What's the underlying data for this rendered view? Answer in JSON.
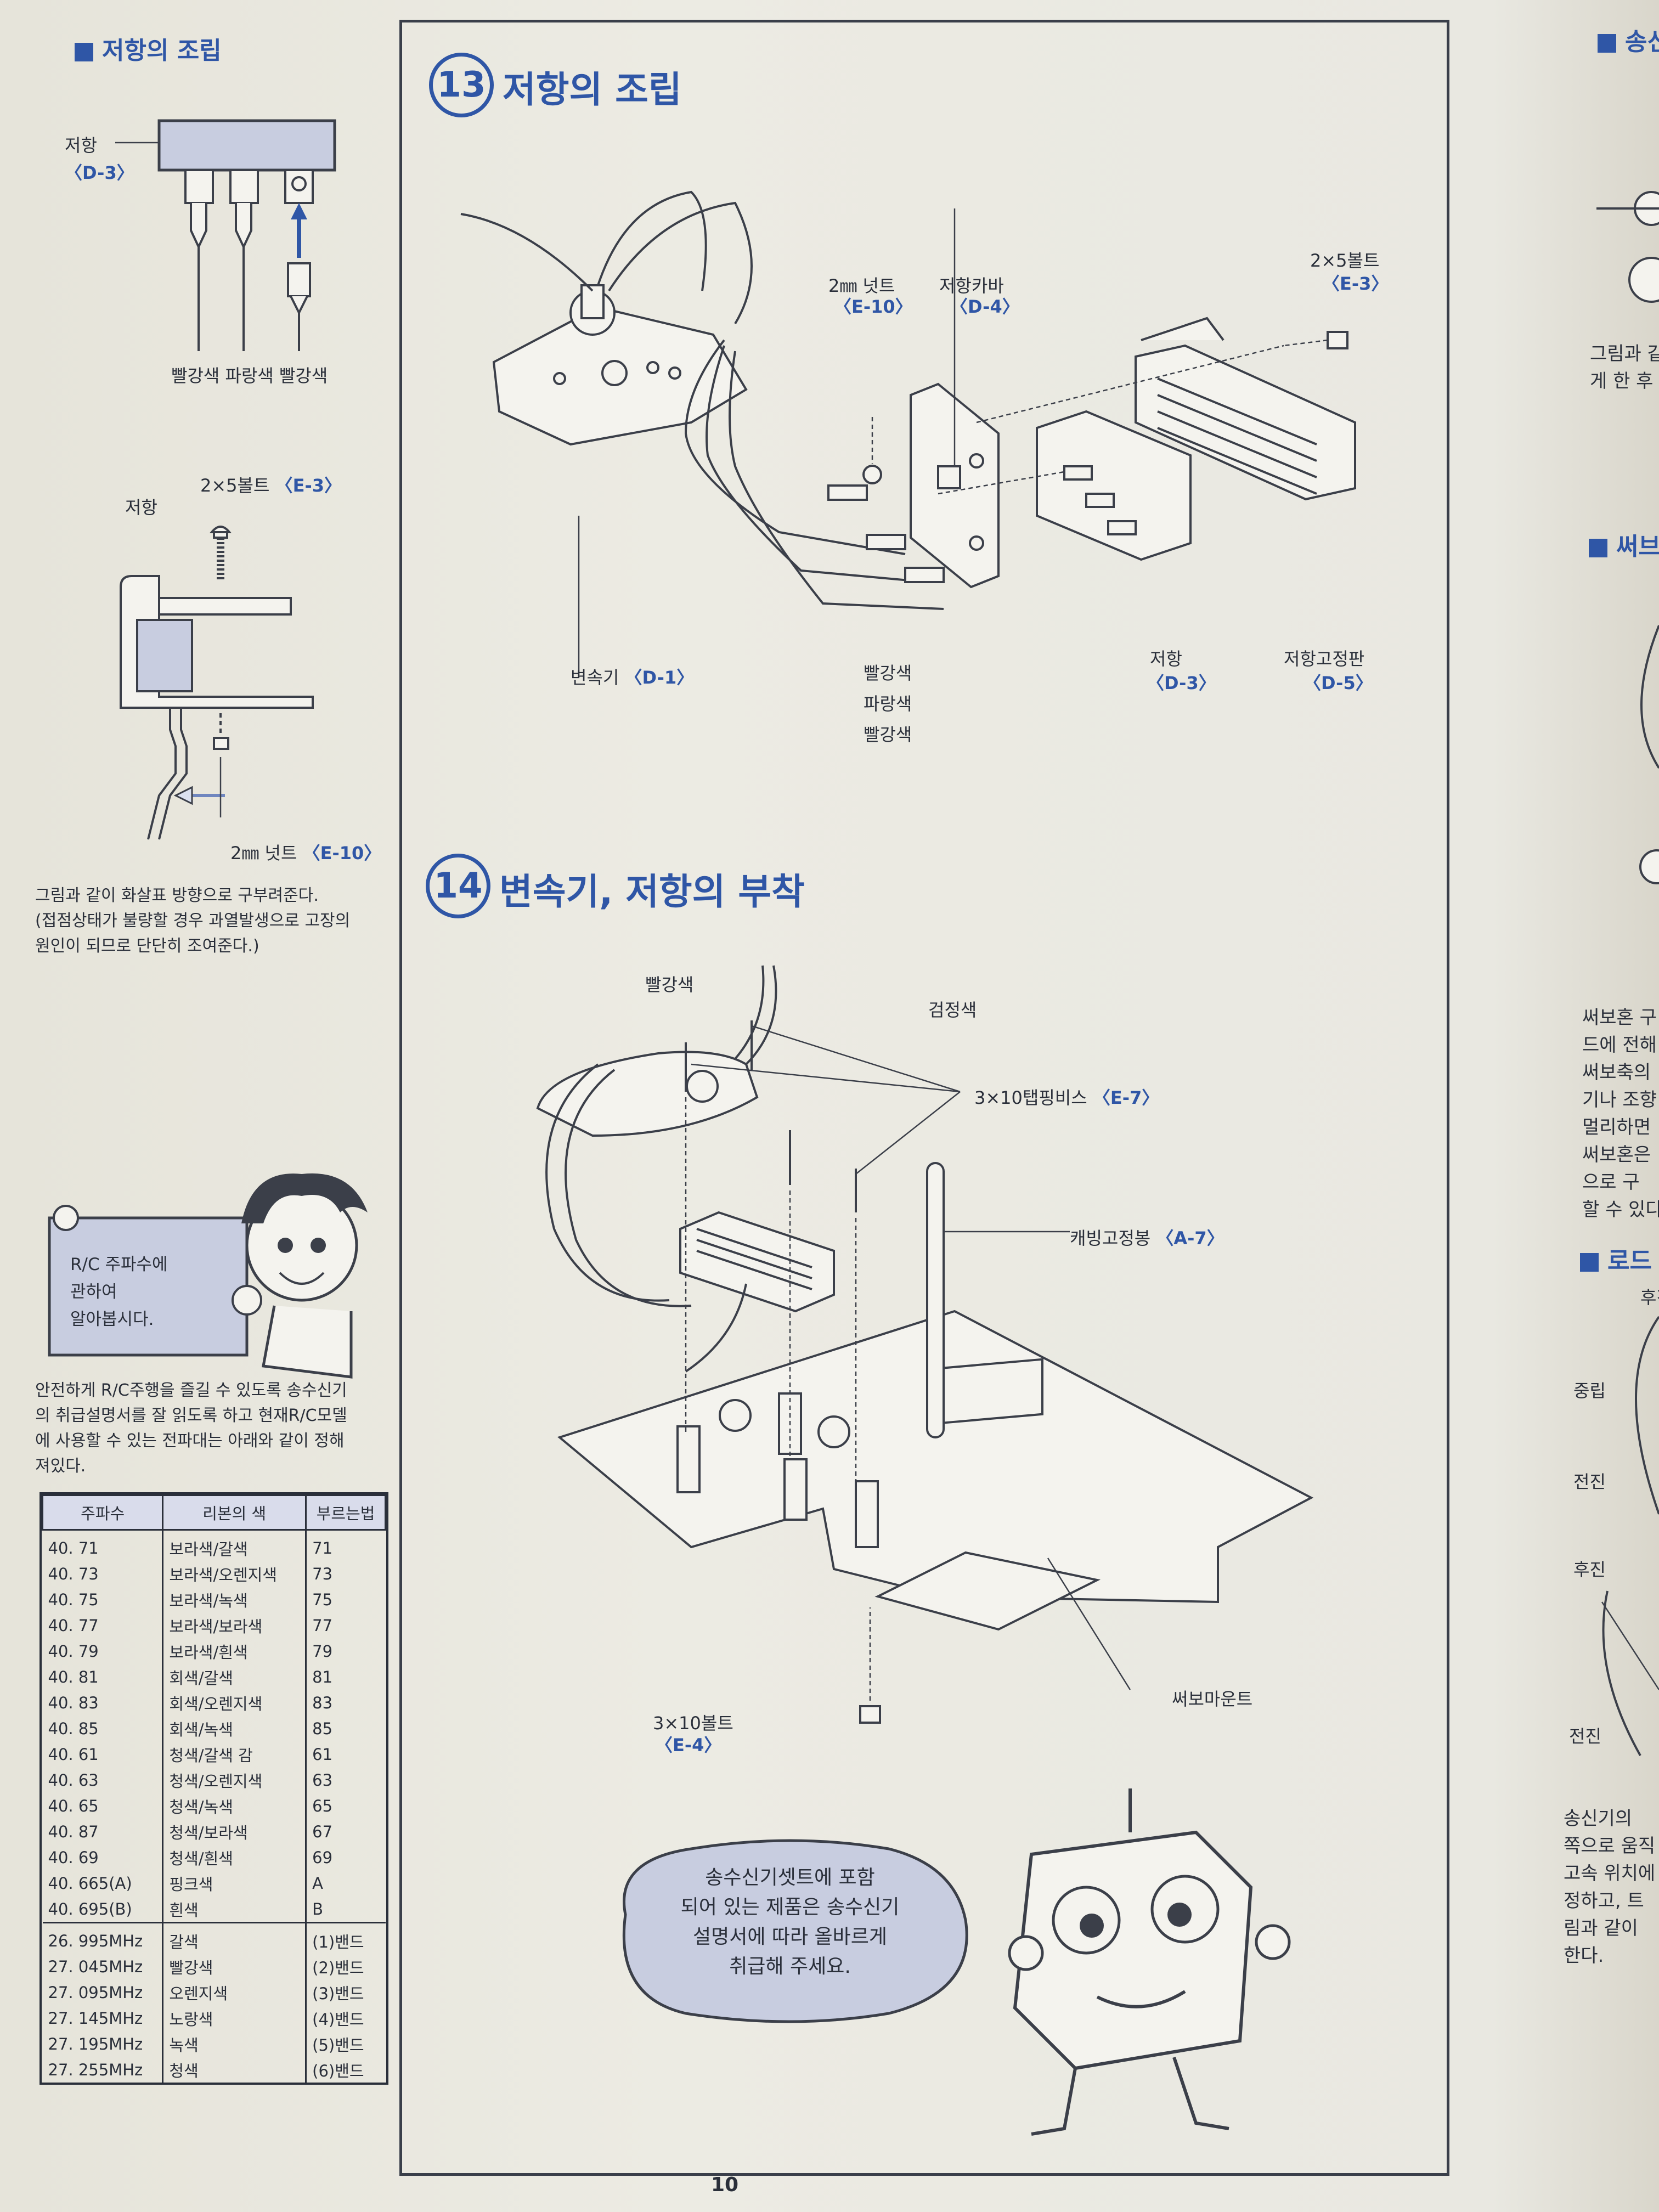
{
  "left_column": {
    "section_title": "저항의 조립",
    "diagram1": {
      "resistor_label": "저항",
      "resistor_code": "〈D-3〉",
      "wire_labels": "빨강색 파랑색 빨강색"
    },
    "diagram2": {
      "bolt_label": "2×5볼트",
      "bolt_code": "〈E-3〉",
      "resistor_label": "저항",
      "nut_label": "2㎜ 넛트",
      "nut_code": "〈E-10〉"
    },
    "note_line1": "그림과 같이 화살표 방향으로 구부려준다.",
    "note_line2": "(접점상태가 불량할 경우 과열발생으로 고장의",
    "note_line3": "원인이 되므로 단단히 조여준다.)",
    "sign_line1": "R/C 주파수에",
    "sign_line2": "관하여",
    "sign_line3": "알아봅시다.",
    "intro_line1": "안전하게 R/C주행을 즐길 수 있도록 송수신기",
    "intro_line2": "의 취급설명서를 잘 읽도록 하고 현재R/C모델",
    "intro_line3": "에 사용할 수 있는 전파대는 아래와 같이 정해",
    "intro_line4": "져있다.",
    "table": {
      "headers": [
        "주파수",
        "리본의 색",
        "부르는법"
      ],
      "rows_40": [
        [
          "40. 71",
          "보라색/갈색",
          "71"
        ],
        [
          "40. 73",
          "보라색/오렌지색",
          "73"
        ],
        [
          "40. 75",
          "보라색/녹색",
          "75"
        ],
        [
          "40. 77",
          "보라색/보라색",
          "77"
        ],
        [
          "40. 79",
          "보라색/흰색",
          "79"
        ],
        [
          "40. 81",
          "회색/갈색",
          "81"
        ],
        [
          "40. 83",
          "회색/오렌지색",
          "83"
        ],
        [
          "40. 85",
          "회색/녹색",
          "85"
        ],
        [
          "40. 61",
          "청색/갈색 감",
          "61"
        ],
        [
          "40. 63",
          "청색/오렌지색",
          "63"
        ],
        [
          "40. 65",
          "청색/녹색",
          "65"
        ],
        [
          "40. 87",
          "청색/보라색",
          "67"
        ],
        [
          "40. 69",
          "청색/흰색",
          "69"
        ],
        [
          "40. 665(A)",
          "핑크색",
          "A"
        ],
        [
          "40. 695(B)",
          "흰색",
          "B"
        ]
      ],
      "rows_27": [
        [
          "26. 995MHz",
          "갈색",
          "(1)밴드"
        ],
        [
          "27. 045MHz",
          "빨강색",
          "(2)밴드"
        ],
        [
          "27. 095MHz",
          "오렌지색",
          "(3)밴드"
        ],
        [
          "27. 145MHz",
          "노랑색",
          "(4)밴드"
        ],
        [
          "27. 195MHz",
          "녹색",
          "(5)밴드"
        ],
        [
          "27. 255MHz",
          "청색",
          "(6)밴드"
        ]
      ]
    }
  },
  "step13": {
    "number": "13",
    "title": "저항의 조립",
    "labels": {
      "nut": "2㎜ 넛트",
      "nut_code": "〈E-10〉",
      "cover": "저항카바",
      "cover_code": "〈D-4〉",
      "bolt": "2×5볼트",
      "bolt_code": "〈E-3〉",
      "speed_controller": "변속기",
      "speed_controller_code": "〈D-1〉",
      "red1": "빨강색",
      "blue": "파랑색",
      "red2": "빨강색",
      "resistor": "저항",
      "resistor_code": "〈D-3〉",
      "plate": "저항고정판",
      "plate_code": "〈D-5〉"
    }
  },
  "step14": {
    "number": "14",
    "title": "변속기, 저항의 부착",
    "labels": {
      "red": "빨강색",
      "black": "검정색",
      "tapping_screw": "3×10탭핑비스",
      "tapping_screw_code": "〈E-7〉",
      "body_post": "캐빙고정봉",
      "body_post_code": "〈A-7〉",
      "servo_mount": "써보마운트",
      "bolt": "3×10볼트",
      "bolt_code": "〈E-4〉"
    },
    "bubble_line1": "송수신기셋트에 포함",
    "bubble_line2": "되어 있는 제품은 송수신기",
    "bubble_line3": "설명서에 따라 올바르게",
    "bubble_line4": "취급해 주세요."
  },
  "page_number": "10",
  "right_edge": {
    "title_fragment": "송신",
    "title2_fragment": "써브",
    "title3_fragment": "로드",
    "text_a1": "그림과 같",
    "text_a2": "게 한 후",
    "text_b": [
      "써보혼 구",
      "드에 전해",
      "써보축의",
      "기나 조향",
      "멀리하면",
      "써보혼은",
      "으로 구",
      "할 수 있다"
    ],
    "labels": [
      "후진",
      "중립",
      "전진",
      "후진",
      "전진"
    ],
    "text_c": [
      "송신기의",
      "쪽으로 움직",
      "고속 위치에",
      "정하고, 트",
      "림과 같이",
      "한다."
    ]
  }
}
